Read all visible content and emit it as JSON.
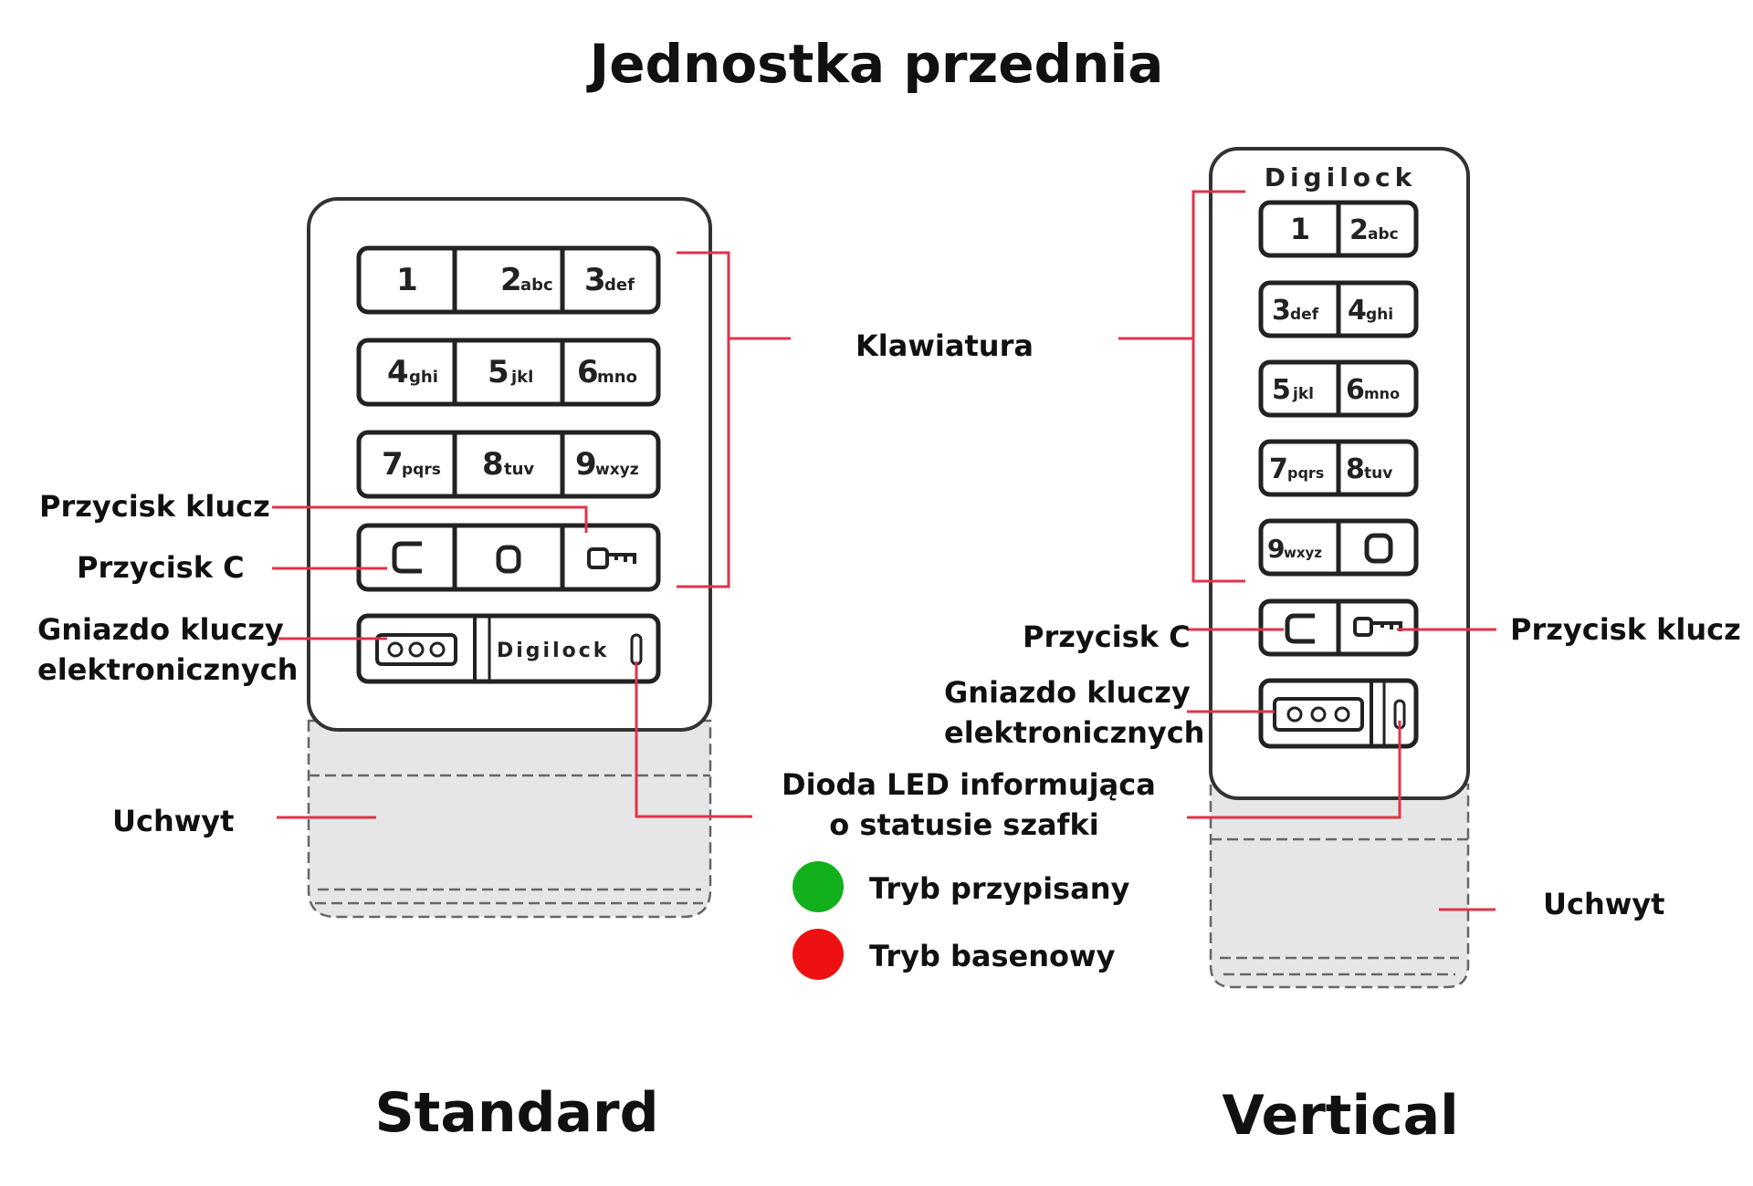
{
  "title": "Jednostka przednia",
  "brand": "Digilock",
  "standard": {
    "caption": "Standard",
    "keys": [
      [
        "1",
        "",
        "2",
        "abc",
        "3",
        "def"
      ],
      [
        "4",
        "ghi",
        "5",
        "jkl",
        "6",
        "mno"
      ],
      [
        "7",
        "pqrs",
        "8",
        "tuv",
        "9",
        "wxyz"
      ]
    ],
    "labels": {
      "key_button": "Przycisk klucz",
      "c_button": "Przycisk C",
      "socket_line1": "Gniazdo kluczy",
      "socket_line2": "elektronicznych",
      "handle": "Uchwyt"
    }
  },
  "vertical": {
    "caption": "Vertical",
    "labels": {
      "c_button": "Przycisk C",
      "key_button": "Przycisk klucz",
      "socket_line1": "Gniazdo kluczy",
      "socket_line2": "elektronicznych",
      "handle": "Uchwyt"
    }
  },
  "shared": {
    "keypad": "Klawiatura",
    "led_line1": "Dioda LED informująca",
    "led_line2": "o statusie szafki"
  },
  "legend": [
    {
      "label": "Tryb przypisany",
      "color": "#11b01c"
    },
    {
      "label": "Tryb basenowy",
      "color": "#ee1111"
    }
  ],
  "colors": {
    "leader": "#e0334a",
    "handle_fill": "#e6e6e6",
    "device_stroke": "#333333"
  }
}
